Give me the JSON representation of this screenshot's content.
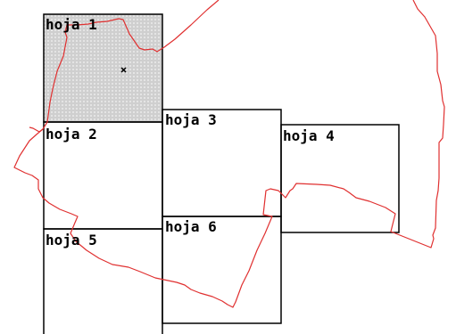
{
  "map": {
    "sheets": [
      {
        "id": "1",
        "label": "hoja 1",
        "selected": true
      },
      {
        "id": "2",
        "label": "hoja 2",
        "selected": false
      },
      {
        "id": "3",
        "label": "hoja 3",
        "selected": false
      },
      {
        "id": "4",
        "label": "hoja 4",
        "selected": false
      },
      {
        "id": "5",
        "label": "hoja 5",
        "selected": false
      },
      {
        "id": "6",
        "label": "hoja 6",
        "selected": false
      }
    ],
    "marker_icon": "cross-marker-icon",
    "colors": {
      "boundary": "#e03030",
      "sheet_border": "#000000",
      "selected_fill": "#d6d6d6",
      "background": "#ffffff"
    }
  }
}
